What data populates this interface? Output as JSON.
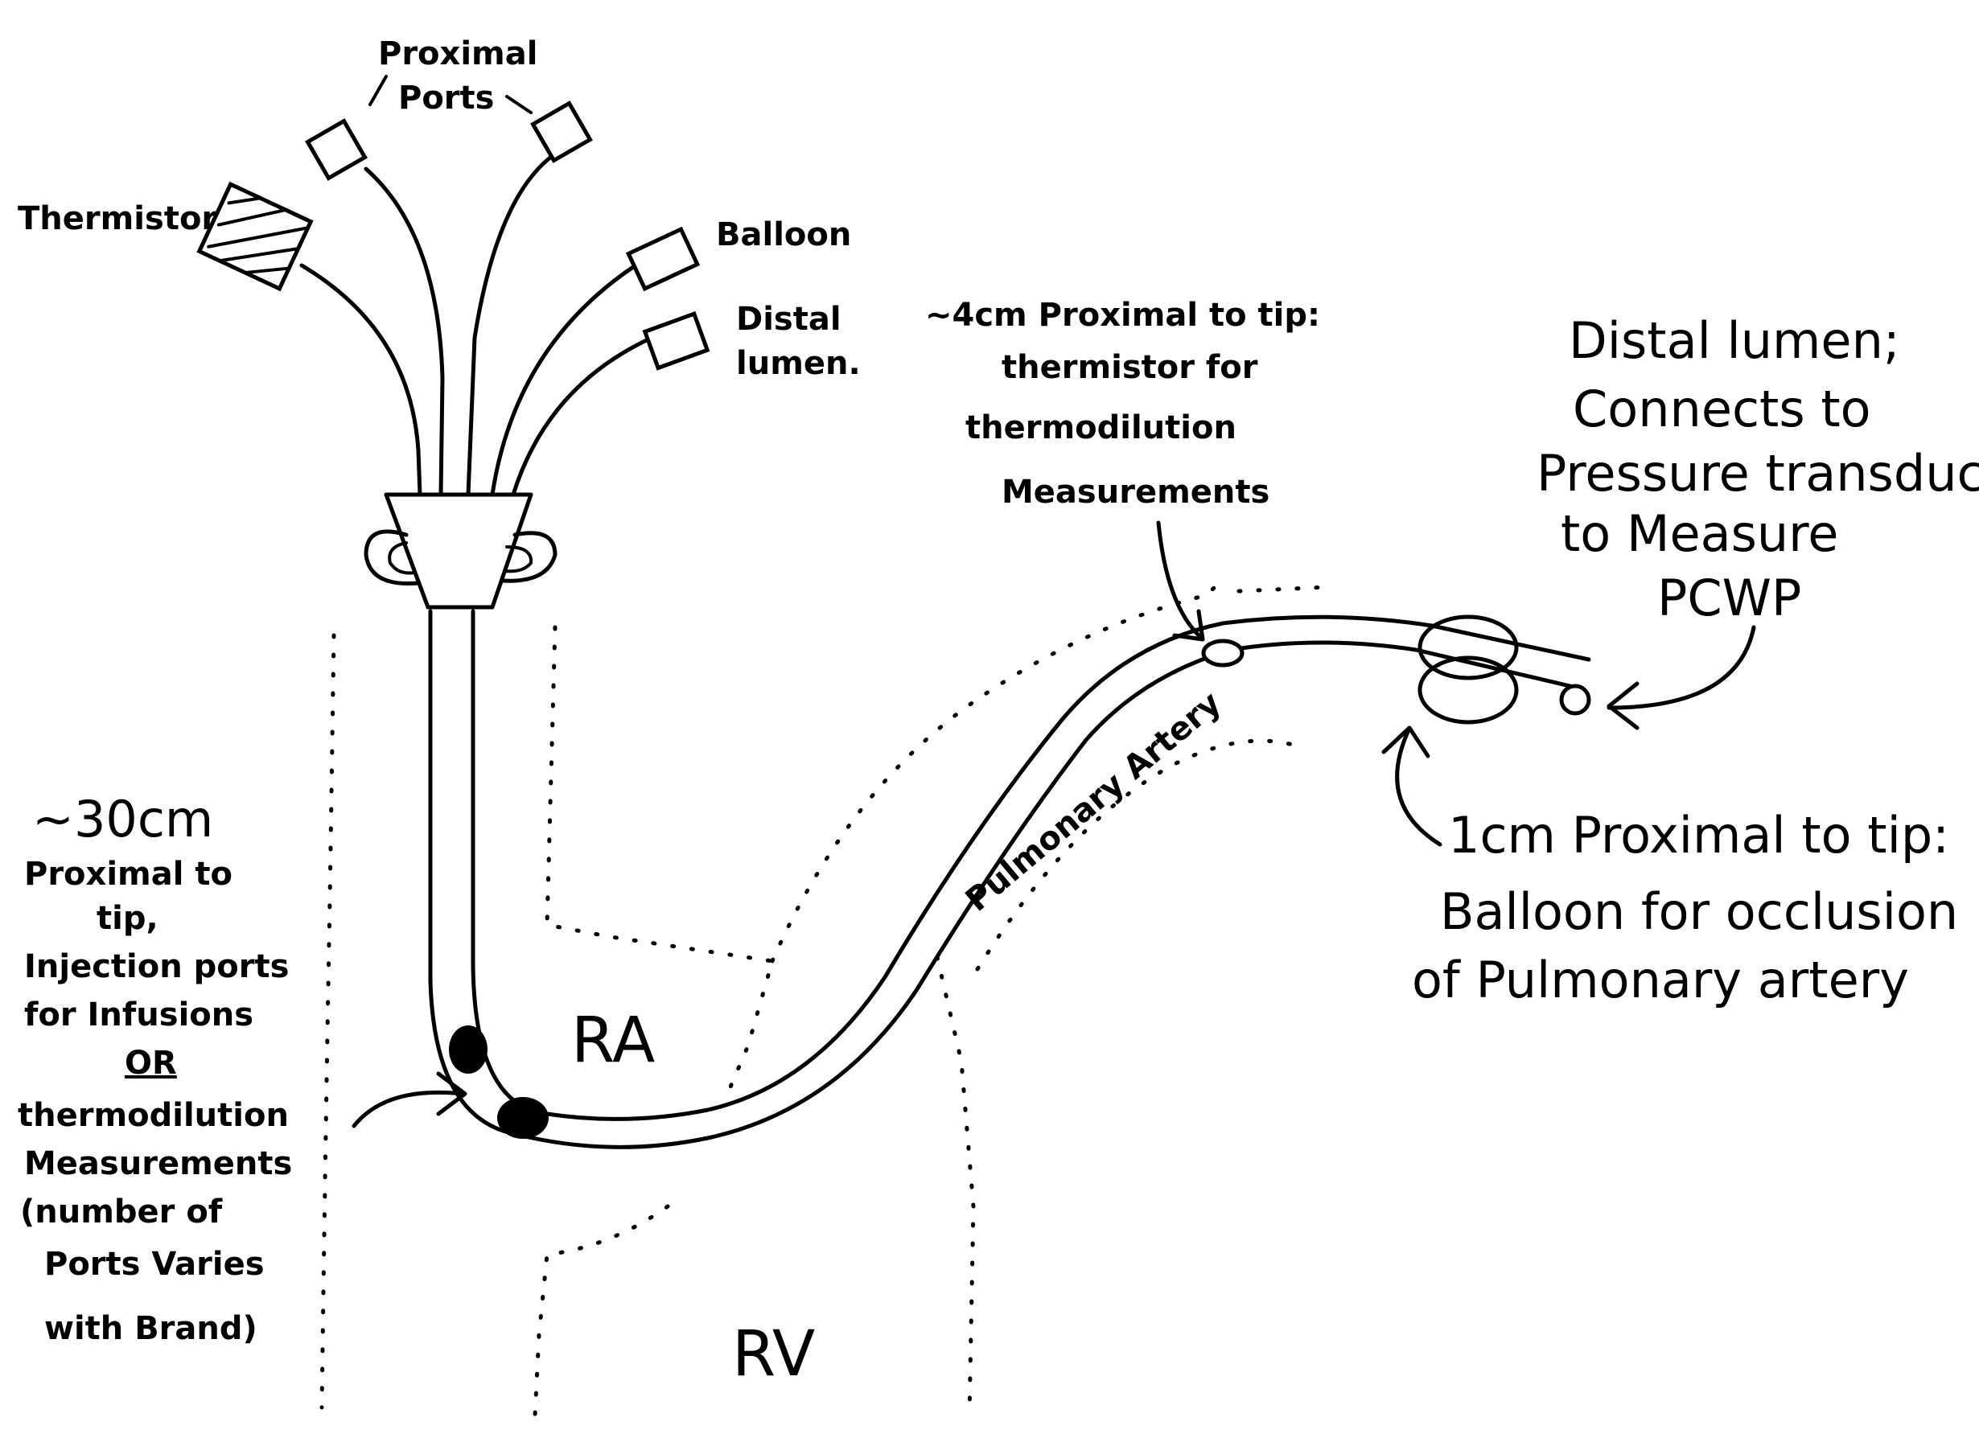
{
  "labels": {
    "proximal_ports": [
      "Proximal",
      "Ports"
    ],
    "thermistor": "Thermistor",
    "balloon": "Balloon",
    "distal_lumen_small": [
      "Distal",
      "lumen."
    ],
    "thermistor_note": [
      "~4cm Proximal to tip:",
      "thermistor for",
      "thermodilution",
      "Measurements"
    ],
    "distal_lumen_note": [
      "Distal lumen;",
      "Connects to",
      "Pressure transducer",
      "to Measure",
      "PCWP"
    ],
    "injection_ports_note": [
      "~30cm",
      "Proximal to",
      "tip,",
      "Injection ports",
      "for Infusions",
      "OR",
      "thermodilution",
      "Measurements",
      "(number of",
      "Ports Varies",
      "with Brand)"
    ],
    "balloon_note": [
      "1cm Proximal to tip:",
      "Balloon for occlusion",
      "of Pulmonary artery"
    ],
    "pulmonary_artery": "Pulmonary Artery",
    "ra": "RA",
    "rv": "RV"
  },
  "colors": {
    "ink": "#000000",
    "paper": "#ffffff"
  }
}
